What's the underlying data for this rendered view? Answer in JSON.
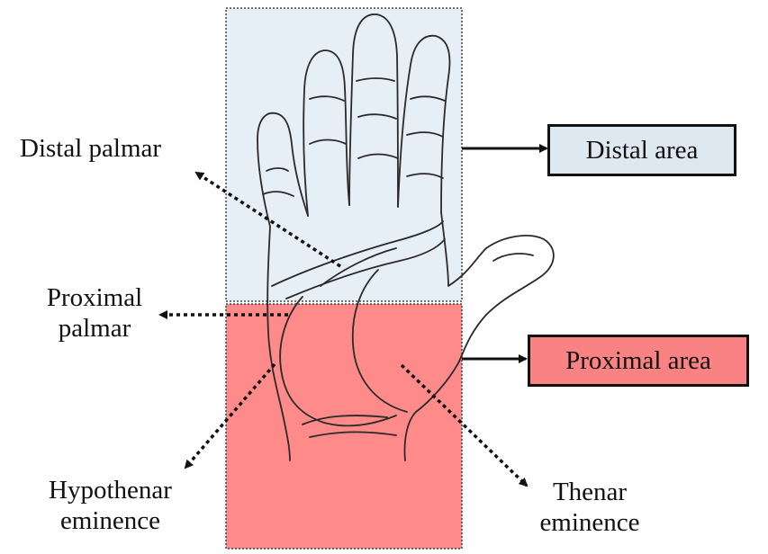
{
  "labels": {
    "distal_palmar": "Distal palmar",
    "proximal_palmar_line1": "Proximal",
    "proximal_palmar_line2": "palmar",
    "hypothenar_line1": "Hypothenar",
    "hypothenar_line2": "eminence",
    "thenar_line1": "Thenar",
    "thenar_line2": "eminence"
  },
  "areas": {
    "distal": {
      "label": "Distal area",
      "color": "#dde8f1"
    },
    "proximal": {
      "label": "Proximal area",
      "color": "#f98283"
    }
  },
  "colors": {
    "distal_region_fill": "#e6eef6",
    "proximal_region_fill": "#ff8a8a",
    "line": "#111111",
    "hand_outline": "#2a2a2a"
  }
}
